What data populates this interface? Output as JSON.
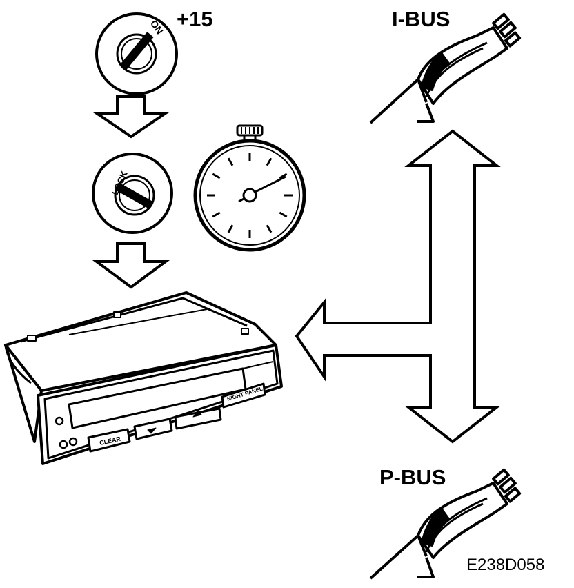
{
  "labels": {
    "ignition_on_value": "+15",
    "ibus": "I-BUS",
    "pbus": "P-BUS",
    "figure_code": "E238D058"
  },
  "key_switch_on": {
    "marking": "ON"
  },
  "key_switch_lock": {
    "marking": "LOCK"
  },
  "control_unit": {
    "buttons": {
      "clear": "CLEAR",
      "night_panel": "NIGHT PANEL"
    }
  },
  "colors": {
    "ink": "#000000",
    "background": "#ffffff"
  }
}
